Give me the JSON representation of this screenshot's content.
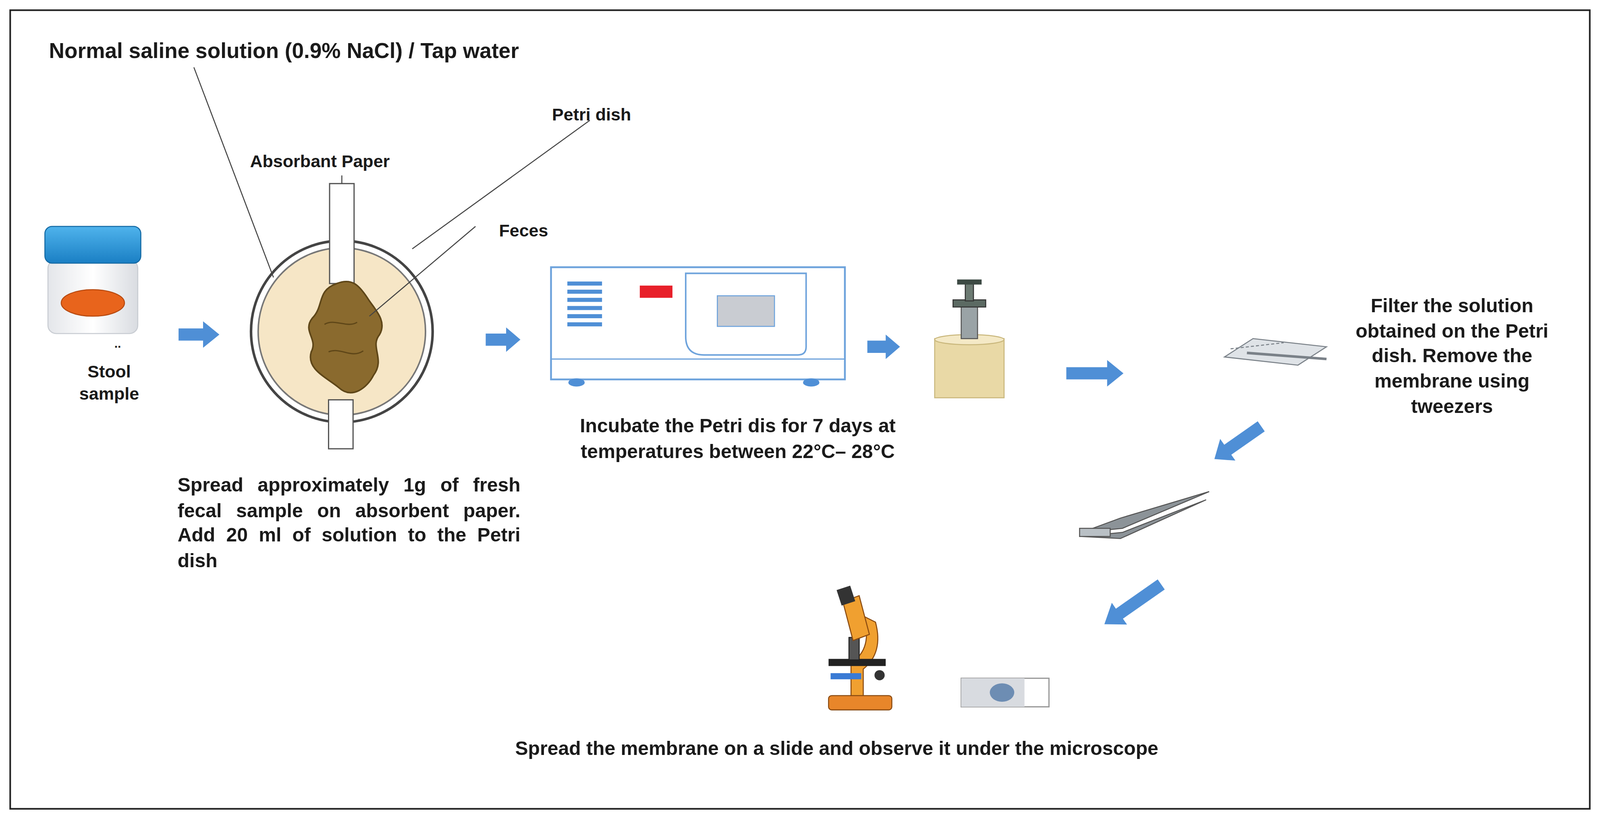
{
  "diagram": {
    "labels": [
      "Normal saline solution (0.9% NaCl) / Tap water",
      "Absorbant Paper",
      "Petri dish",
      "Feces",
      "Stool sample",
      "..",
      "Spread approximately 1g of fresh fecal sample on absorbent paper. Add 20 ml of solution to the Petri dish",
      "Incubate the Petri dis for 7 days at temperatures between 22°C– 28°C",
      "Filter the solution obtained on the Petri dish. Remove the membrane using tweezers",
      "Spread the membrane on a slide and observe it under the microscope"
    ]
  }
}
